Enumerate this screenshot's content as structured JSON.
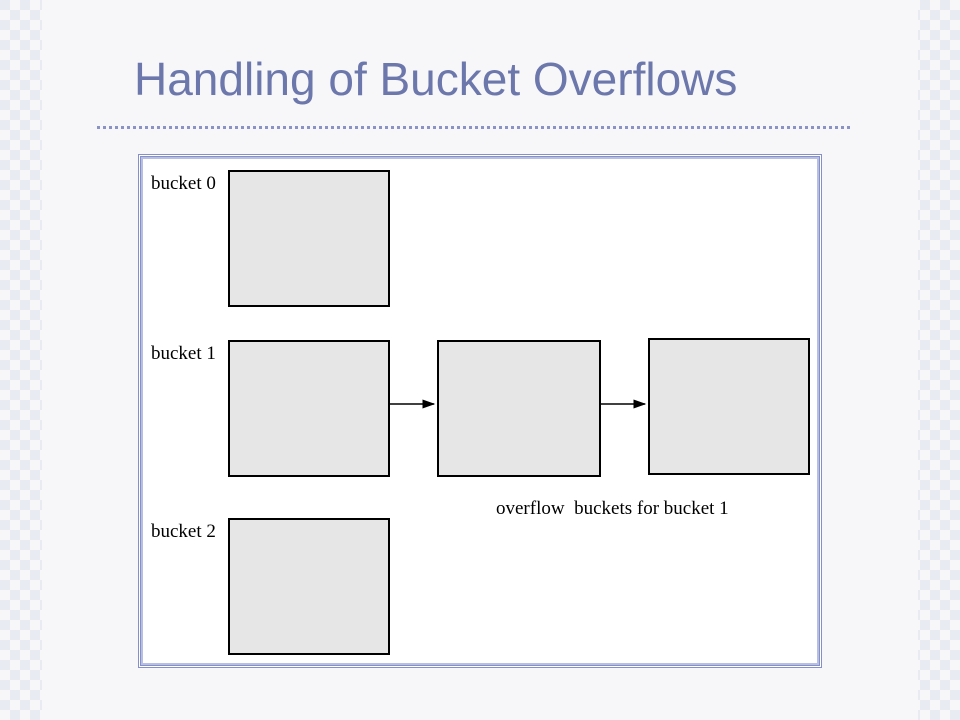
{
  "slide": {
    "title": "Handling of Bucket Overflows"
  },
  "diagram": {
    "buckets": [
      {
        "label": "bucket 0"
      },
      {
        "label": "bucket 1"
      },
      {
        "label": "bucket 2"
      }
    ],
    "overflow_caption": "overflow  buckets for bucket 1"
  },
  "colors": {
    "title": "#6c77ab",
    "frame_border": "#8690c8",
    "box_fill": "#e6e6e6",
    "box_stroke": "#000000"
  }
}
